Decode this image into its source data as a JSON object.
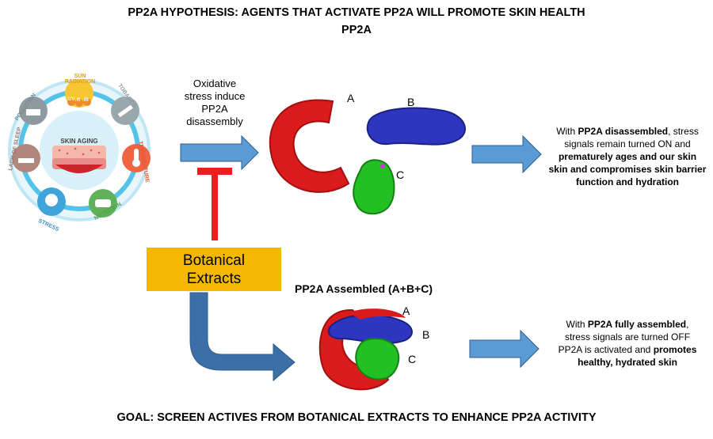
{
  "header": {
    "title": "PP2A HYPOTHESIS: AGENTS THAT ACTIVATE PP2A WILL PROMOTE SKIN HEALTH",
    "subtitle": "PP2A"
  },
  "aging_wheel": {
    "center": "SKIN AGING",
    "factors": [
      "SUN RADIATION",
      "TOBACCO",
      "TEMPERATURE",
      "NUTRITION",
      "STRESS",
      "LACK OF SLEEP",
      "POLLUTION"
    ],
    "uv_labels": [
      "UV",
      "R",
      "IR"
    ]
  },
  "oxidative_text": [
    "Oxidative",
    "stress induce",
    "PP2A",
    "disassembly"
  ],
  "subunits": {
    "a": "A",
    "b": "B",
    "c": "C"
  },
  "right_top": {
    "l1_pre": "With ",
    "l1_bold": "PP2A disassembled",
    "l1_post": ", stress",
    "l2": "signals remain turned ON and",
    "l3_bold": "prematurely ages and our skin",
    "l4_bold": "skin and compromises skin barrier",
    "l5_bold": "function and hydration"
  },
  "botanical": {
    "line1": "Botanical",
    "line2": "Extracts"
  },
  "assembled_title": "PP2A Assembled (A+B+C)",
  "right_bottom": {
    "l1_pre": "With ",
    "l1_bold": "PP2A fully assembled",
    "l2": "stress signals are turned OFF",
    "l3_pre": "PP2A is activated and ",
    "l3_bold": "promotes",
    "l4_bold": "healthy, hydrated skin"
  },
  "footer": "GOAL: SCREEN ACTIVES FROM BOTANICAL EXTRACTS TO ENHANCE PP2A ACTIVITY",
  "colors": {
    "arrow": "#5b9bd5",
    "arrow_dark": "#2e5c8a",
    "inhibit": "#e8211f",
    "box": "#f5b800",
    "subunit_a": "#d91b1b",
    "subunit_b": "#2e36c0",
    "subunit_c": "#22c022"
  }
}
